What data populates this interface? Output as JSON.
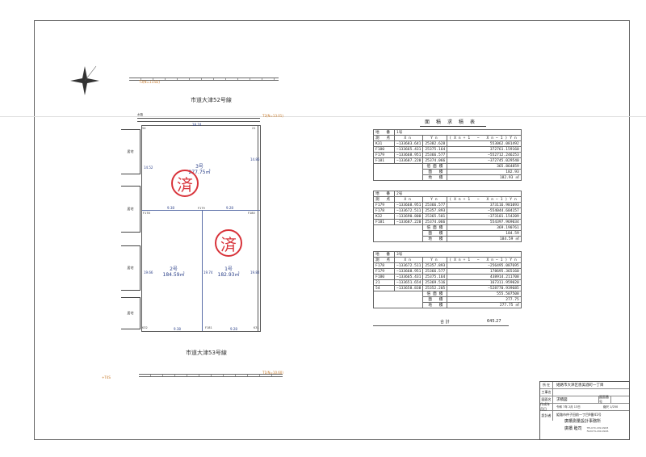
{
  "plan": {
    "road_north": "市道大津52号線",
    "road_south": "市道大津53号線",
    "marker_nw": "T3(N=13.82)",
    "marker_ne": "T2(N=13.01)",
    "marker_se": "T1(N=10.60)",
    "marker_w": "+T4S",
    "sidewalk": "水路",
    "houses": [
      "居宅",
      "居宅",
      "居宅",
      "居宅"
    ],
    "lots": [
      {
        "name": "3号",
        "area": "277.75㎡"
      },
      {
        "name": "2号",
        "area": "184.59㎡"
      },
      {
        "name": "1号",
        "area": "182.93㎡"
      }
    ],
    "dims": {
      "top": "18.74",
      "mid_left": "9.38",
      "mid_right": "9.28",
      "bot_left": "9.38",
      "bot_right": "9.28",
      "left": "14.52",
      "right": "14.86",
      "left2": "19.66",
      "mid": "19.74",
      "right2": "19.82"
    },
    "points": {
      "k31": "K31",
      "f179": "F179",
      "f178": "F178",
      "f180": "F180",
      "f181": "F181",
      "p21": "21",
      "p54": "54",
      "k32": "K32"
    },
    "stamp_char": "済"
  },
  "tables": {
    "title": "面積求積表",
    "headers": [
      "測 点",
      "Xn",
      "Yn",
      "(Xn+1 − Xn−1)Yn"
    ],
    "lot_label": "地 番",
    "sum_labels": [
      "倍面積",
      "面 積",
      "地 積"
    ],
    "unit": "㎡",
    "lots": [
      {
        "lot": "1号",
        "rows": [
          [
            "K31",
            "−133683.641",
            "25382.628",
            "553062.081492"
          ],
          [
            "F180",
            "−133665.431",
            "25375.164",
            "372761.159160"
          ],
          [
            "F179",
            "−133668.951",
            "25366.577",
            "−552712.246253"
          ],
          [
            "F181",
            "−133687.220",
            "25374.066",
            "−372745.029540"
          ]
        ],
        "double_area": "365.864859",
        "area": "182.93",
        "land_area": "182.93"
      },
      {
        "lot": "2号",
        "rows": [
          [
            "F179",
            "−133668.951",
            "25366.577",
            "373116.981093"
          ],
          [
            "F178",
            "−133672.511",
            "25357.893",
            "−554044.604157"
          ],
          [
            "K32",
            "−133690.800",
            "25365.501",
            "−373101.154209"
          ],
          [
            "F181",
            "−133687.220",
            "25374.066",
            "554397.969034"
          ]
        ],
        "double_area": "369.190761",
        "area": "184.59",
        "land_area": "184.59"
      },
      {
        "lot": "3号",
        "rows": [
          [
            "F178",
            "−133672.511",
            "25357.893",
            "−256495.087695"
          ],
          [
            "F179",
            "−133668.951",
            "25366.577",
            "178695.365160"
          ],
          [
            "F180",
            "−133665.431",
            "25375.164",
            "438914.211708"
          ],
          [
            "21",
            "−133651.654",
            "25369.516",
            "167311.959020"
          ],
          [
            "54",
            "−133658.838",
            "25352.205",
            "−528770.939685"
          ]
        ],
        "double_area": "555.507508",
        "area": "277.75",
        "land_area": "277.75"
      }
    ],
    "total_label": "合 計",
    "total": "645.27"
  },
  "title_block": {
    "location_label": "所 在",
    "location": "姫路市大津区恵美酒町一丁目",
    "project_label": "工事名",
    "project": "",
    "drawing_label": "図面名",
    "drawing": "求積図",
    "number_label": "図面番号",
    "date_label": "作成年月日",
    "date": "令和 7年 2月 13日",
    "scale_label": "縮尺",
    "scale": "1/250",
    "designer_label": "設計者",
    "address": "姫路市仲子田前一丁目9番41号",
    "office": "廣橋測量設計事務所",
    "person": "廣橋 睦司",
    "tel": "TEL079-299-9908",
    "fax": "FAX079-299-9926"
  }
}
